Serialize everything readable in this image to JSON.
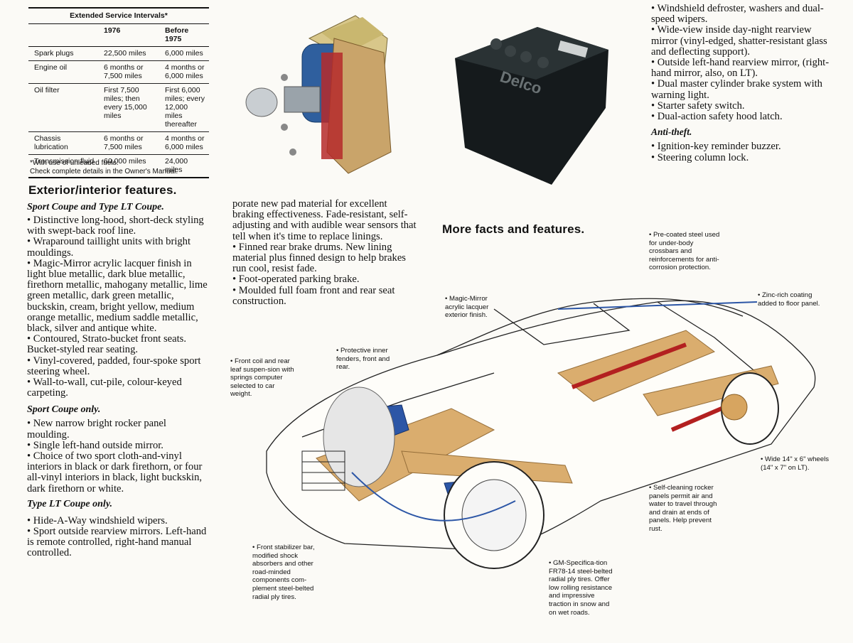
{
  "service_table": {
    "caption": "Extended Service Intervals*",
    "columns": [
      "",
      "1976",
      "Before 1975"
    ],
    "rows": [
      [
        "Spark plugs",
        "22,500 miles",
        "6,000 miles"
      ],
      [
        "Engine oil",
        "6 months or 7,500 miles",
        "4 months or 6,000 miles"
      ],
      [
        "Oil filter",
        "First 7,500 miles; then every 15,000 miles",
        "First 6,000 miles; every 12,000 miles thereafter"
      ],
      [
        "Chassis lubrication",
        "6 months or 7,500 miles",
        "4 months or 6,000 miles"
      ],
      [
        "Transmission fluid",
        "60,000 miles",
        "24,000 miles"
      ]
    ],
    "footnote_1": "*With use of unleaded fuels.",
    "footnote_2": "Check complete details in the Owner's Manual."
  },
  "exterior": {
    "heading": "Exterior/interior features.",
    "sub1": "Sport Coupe and Type LT Coupe.",
    "group1": [
      "• Distinctive long-hood, short-deck styling with swept-back roof line.",
      "• Wraparound taillight units with bright mouldings.",
      "• Magic-Mirror acrylic lacquer finish in light blue metallic, dark blue metallic, firethorn metallic, mahogany metallic, lime green metallic, dark green metallic, buckskin, cream, bright yellow, medium orange metallic, medium saddle metallic, black, silver and antique white.",
      "• Contoured, Strato-bucket front seats. Bucket-styled rear seating.",
      "• Vinyl-covered, padded, four-spoke sport steering wheel.",
      "• Wall-to-wall, cut-pile, colour-keyed carpeting."
    ],
    "sub2": "Sport Coupe only.",
    "group2": [
      "• New narrow bright rocker panel moulding.",
      "• Single left-hand outside mirror.",
      "• Choice of two sport cloth-and-vinyl interiors in black or dark firethorn, or four all-vinyl interiors in black, light buckskin, dark firethorn or white."
    ],
    "sub3": "Type LT Coupe only.",
    "group3": [
      "• Hide-A-Way windshield wipers.",
      "• Sport outside rearview mirrors. Left-hand is remote controlled, right-hand manual controlled."
    ]
  },
  "brakes": {
    "lines": [
      "porate new pad material for excellent braking effectiveness. Fade-resistant, self-adjusting and with audible wear sensors that tell when it's time to replace linings.",
      "• Finned rear brake drums. New lining material plus finned design to help brakes run cool, resist fade.",
      "• Foot-operated parking brake.",
      "• Moulded full foam front and rear seat construction."
    ]
  },
  "safety": {
    "items": [
      "• Windshield defroster, washers and dual-speed wipers.",
      "• Wide-view inside day-night rearview mirror (vinyl-edged, shatter-resistant glass and deflecting support).",
      "• Outside left-hand rearview mirror, (right-hand mirror, also, on LT).",
      "• Dual master cylinder brake system with warning light.",
      "• Starter safety switch.",
      "• Dual-action safety hood latch."
    ],
    "anti_theft_heading": "Anti-theft.",
    "anti_theft_items": [
      "• Ignition-key reminder buzzer.",
      "• Steering column lock."
    ]
  },
  "more_facts": {
    "heading": "More facts and features.",
    "callouts": {
      "precoated": "• Pre-coated steel used for under-body crossbars and reinforcements for anti-corrosion protection.",
      "magic_mirror": "• Magic-Mirror acrylic lacquer exterior finish.",
      "zinc": "• Zinc-rich coating added to floor panel.",
      "front_coil": "• Front coil and rear leaf suspen-sion with springs computer selected to car weight.",
      "inner_fenders": "• Protective inner fenders, front and rear.",
      "wide_wheels": "• Wide 14\" x 6\" wheels (14\" x 7\" on LT).",
      "rocker": "• Self-cleaning rocker panels permit air and water to travel through and drain at ends of panels. Help prevent rust.",
      "stabilizer": "• Front stabilizer bar, modified shock absorbers and other road-minded components com-plement steel-belted radial ply tires.",
      "tires": "• GM-Specifica-tion FR78-14 steel-belted radial ply tires. Offer low rolling resistance and impressive traction in snow and on wet roads."
    }
  },
  "battery": {
    "brand": "Delco"
  }
}
